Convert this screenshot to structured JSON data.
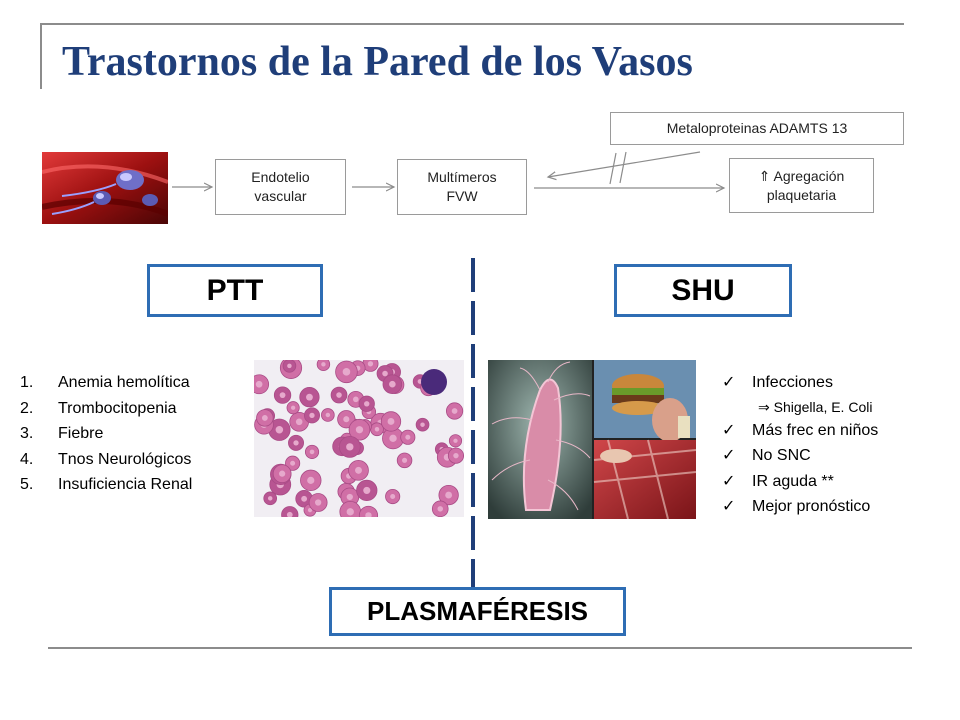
{
  "title": "Trastornos de la Pared de los Vasos",
  "flow": {
    "endotelio": [
      "Endotelio",
      "vascular"
    ],
    "multimeros": [
      "Multímeros",
      "FVW"
    ],
    "agregacion": [
      "Agregación",
      "plaquetaria"
    ],
    "agregacion_arrow": "⇑",
    "metaloproteinas": "Metaloproteinas ADAMTS 13"
  },
  "ptt": {
    "label": "PTT",
    "items": [
      {
        "n": "1.",
        "text": "Anemia hemolítica"
      },
      {
        "n": "2.",
        "text": "Trombocitopenia"
      },
      {
        "n": "3.",
        "text": "Fiebre"
      },
      {
        "n": "4.",
        "text": "Tnos Neurológicos"
      },
      {
        "n": "5.",
        "text": "Insuficiencia Renal"
      }
    ]
  },
  "shu": {
    "label": "SHU",
    "check": "✓",
    "arrow": "⇒",
    "items": [
      "Infecciones",
      "Más frec en niños",
      "No SNC",
      "IR aguda **",
      "Mejor pronóstico"
    ],
    "subitem": "Shigella, E. Coli"
  },
  "treatment": "PLASMAFÉRESIS"
}
